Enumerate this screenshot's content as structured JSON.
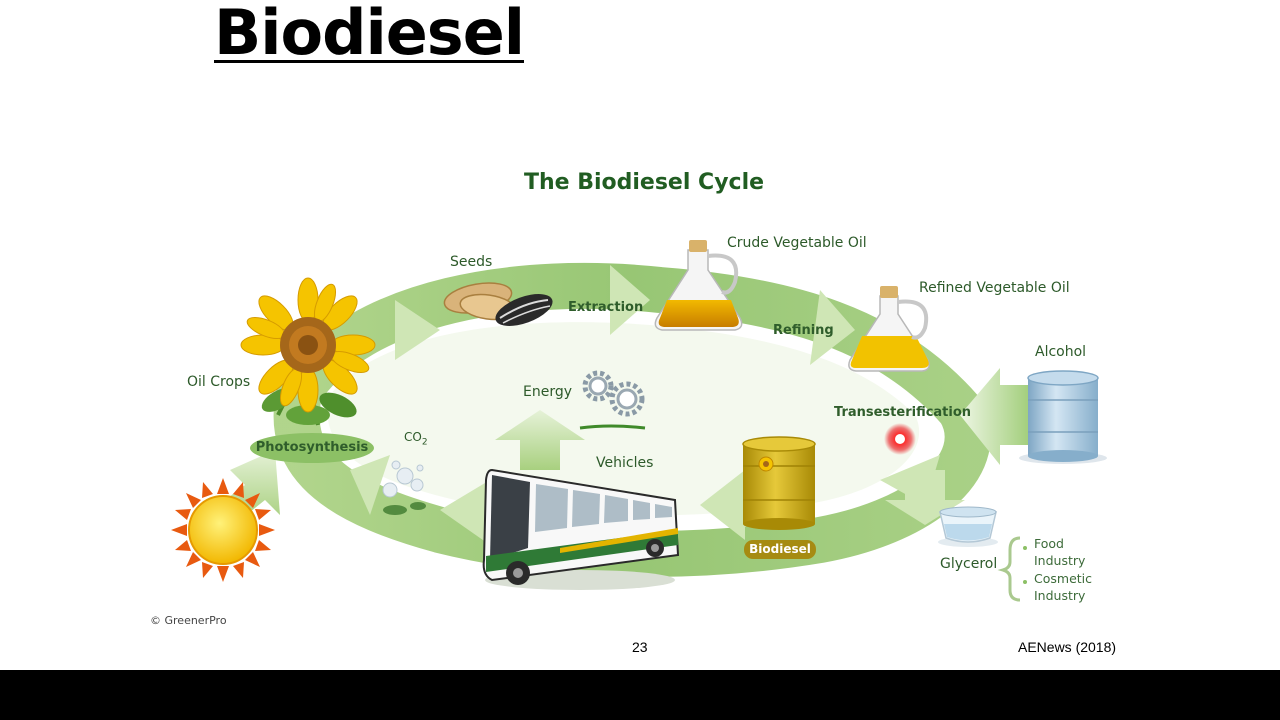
{
  "slide": {
    "title": "Biodiesel",
    "page_number": "23",
    "citation": "AENews (2018)"
  },
  "diagram": {
    "title": "The Biodiesel Cycle",
    "copyright": "© GreenerPro",
    "labels": {
      "seeds": "Seeds",
      "extraction": "Extraction",
      "crude_oil": "Crude Vegetable Oil",
      "refining": "Refining",
      "refined_oil": "Refined Vegetable Oil",
      "alcohol": "Alcohol",
      "transesterification": "Transesterification",
      "glycerol": "Glycerol",
      "food_industry_1": "Food",
      "food_industry_2": "Industry",
      "cosmetic_industry_1": "Cosmetic",
      "cosmetic_industry_2": "Industry",
      "biodiesel": "Biodiesel",
      "vehicles": "Vehicles",
      "energy": "Energy",
      "co2_base": "CO",
      "co2_sub": "2",
      "oil_crops": "Oil Crops",
      "photosynthesis": "Photosynthesis"
    },
    "colors": {
      "arrow_green": "#8cc065",
      "arrow_light": "#dcecc8",
      "title_green": "#215d22",
      "sun": "#f7c600",
      "oil": "#e8a900",
      "barrel_yellow": "#c9a60f",
      "barrel_blue": "#a9c7dd",
      "laser_dot": "#e8141a"
    }
  }
}
